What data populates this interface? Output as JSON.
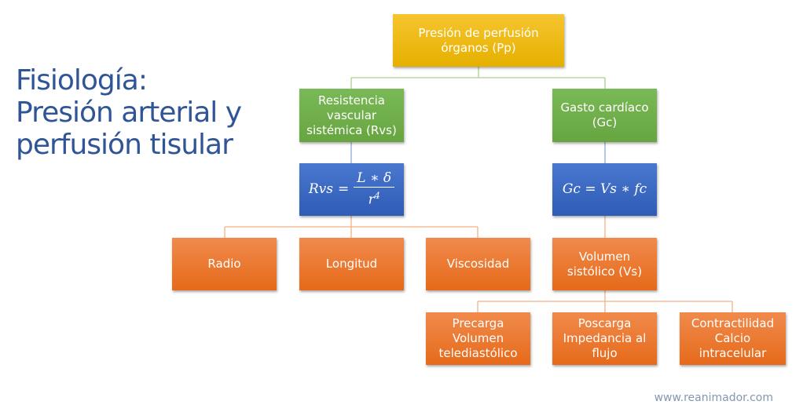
{
  "title": "Fisiología:\nPresión arterial  y\nperfusión tisular",
  "footer": "www.reanimador.com",
  "colors": {
    "title": "#2f5597",
    "root": "#f2b900",
    "level1": "#70ad47",
    "formula": "#4472c4",
    "factors": "#ed7d31",
    "connector_green": "#a9d18e",
    "connector_blue": "#8faadc",
    "connector_orange": "#f4b183"
  },
  "diagram": {
    "root": {
      "label": "Presión de perfusión\nórganos (Pp)"
    },
    "rvs": {
      "label": "Resistencia\nvascular\nsistémica (Rvs)",
      "formula": {
        "lhs": "Rvs",
        "eq": "=",
        "numerator": "L ∗ δ",
        "denominator_base": "r",
        "denominator_exp": "4"
      },
      "factors": [
        {
          "label": "Radio"
        },
        {
          "label": "Longitud"
        },
        {
          "label": "Viscosidad"
        }
      ]
    },
    "gc": {
      "label": "Gasto cardíaco\n(Gc)",
      "formula": {
        "text": "Gc = Vs ∗ fc"
      },
      "vs": {
        "label": "Volumen\nsistólico (Vs)",
        "factors": [
          {
            "label": "Precarga\nVolumen\ntelediastólico"
          },
          {
            "label": "Poscarga\nImpedancia al\nflujo"
          },
          {
            "label": "Contractilidad\nCalcio\nintracelular"
          }
        ]
      }
    }
  }
}
